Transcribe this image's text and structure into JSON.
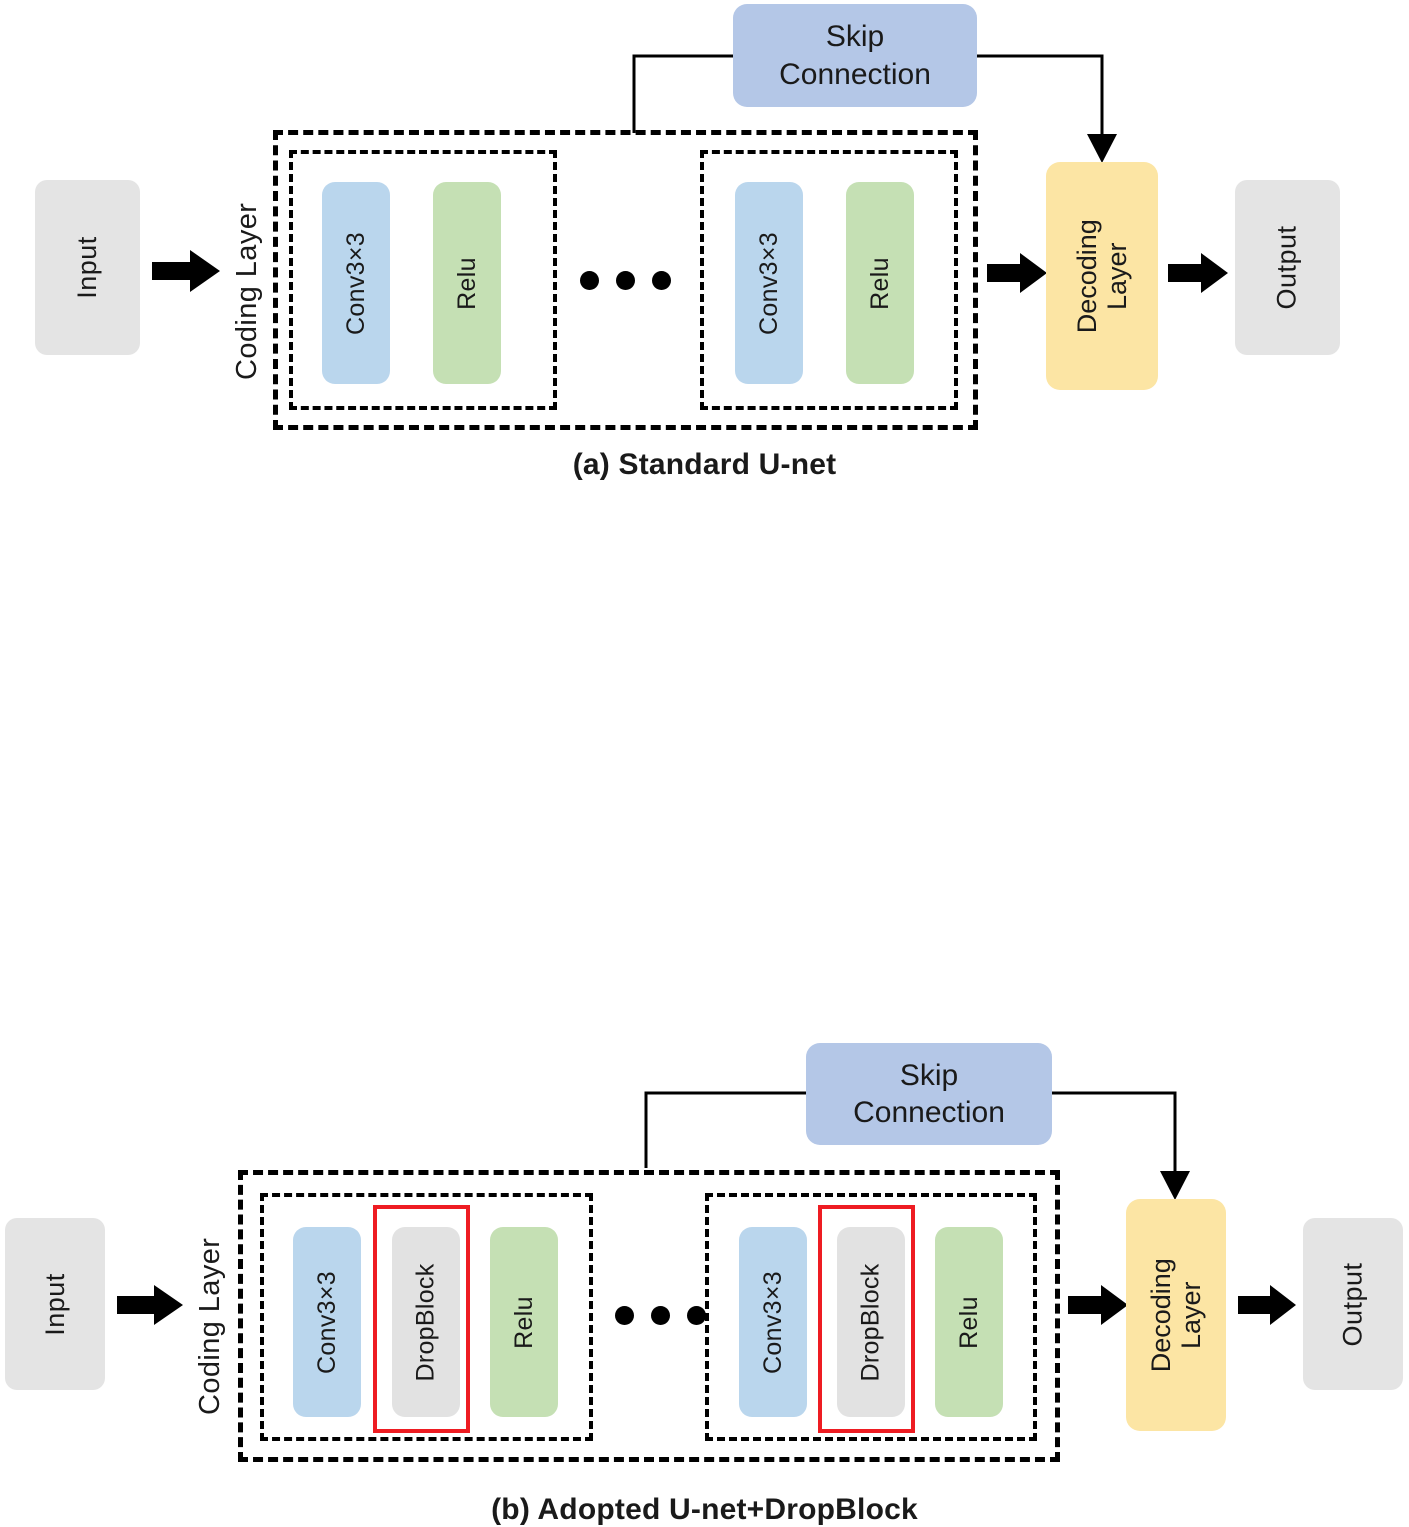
{
  "figure": {
    "type": "architecture-diagram",
    "colors": {
      "io_box": "#e4e4e4",
      "conv_block": "#bad6ed",
      "relu_block": "#c5e0b4",
      "dropblock_block": "#e2e2e2",
      "decoding_layer": "#fce5a4",
      "skip_connection": "#b4c7e7",
      "highlight_outline": "#ee1c22",
      "dashed_border": "#000000",
      "background": "#ffffff"
    }
  },
  "panel_a": {
    "caption": "(a) Standard U-net",
    "input_label": "Input",
    "output_label": "Output",
    "coding_layer_label": "Coding Layer",
    "decoding_layer_label_line1": "Decoding",
    "decoding_layer_label_line2": "Layer",
    "skip_label_line1": "Skip",
    "skip_label_line2": "Connection",
    "ellipsis": "•••",
    "groups": [
      {
        "blocks": [
          {
            "label": "Conv3×3",
            "kind": "conv"
          },
          {
            "label": "Relu",
            "kind": "relu"
          }
        ]
      },
      {
        "blocks": [
          {
            "label": "Conv3×3",
            "kind": "conv"
          },
          {
            "label": "Relu",
            "kind": "relu"
          }
        ]
      }
    ]
  },
  "panel_b": {
    "caption": "(b) Adopted U-net+DropBlock",
    "input_label": "Input",
    "output_label": "Output",
    "coding_layer_label": "Coding Layer",
    "decoding_layer_label_line1": "Decoding",
    "decoding_layer_label_line2": "Layer",
    "skip_label_line1": "Skip",
    "skip_label_line2": "Connection",
    "ellipsis": "•••",
    "groups": [
      {
        "blocks": [
          {
            "label": "Conv3×3",
            "kind": "conv"
          },
          {
            "label": "DropBlock",
            "kind": "drop",
            "highlighted": true
          },
          {
            "label": "Relu",
            "kind": "relu"
          }
        ]
      },
      {
        "blocks": [
          {
            "label": "Conv3×3",
            "kind": "conv"
          },
          {
            "label": "DropBlock",
            "kind": "drop",
            "highlighted": true
          },
          {
            "label": "Relu",
            "kind": "relu"
          }
        ]
      }
    ]
  }
}
